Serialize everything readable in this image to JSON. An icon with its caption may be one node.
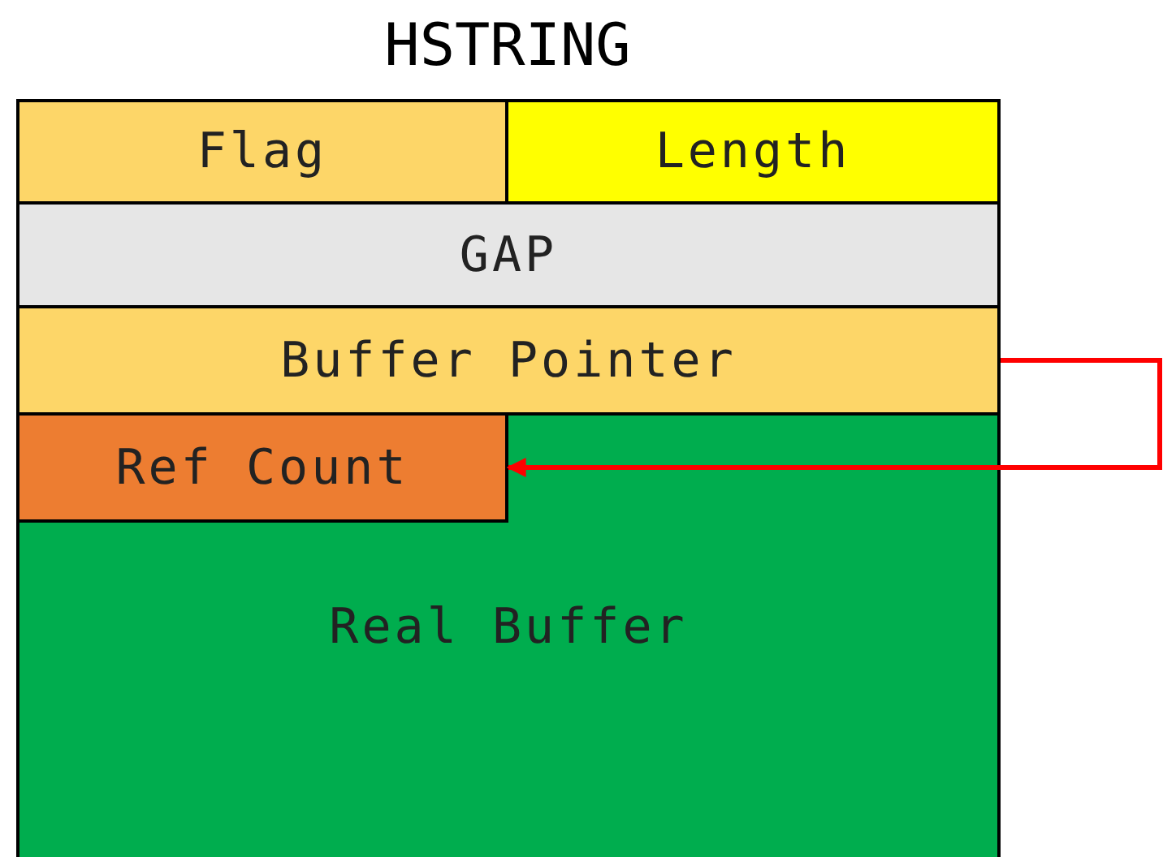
{
  "diagram": {
    "title": "HSTRING",
    "nodes": [
      {
        "text": [
          "Flag"
        ]
      },
      {
        "text": [
          "Length"
        ]
      },
      {
        "text": [
          "GAP"
        ]
      },
      {
        "text": [
          "Buffer Pointer"
        ]
      },
      {
        "text": [
          "Real Buffer"
        ]
      },
      {
        "text": [
          "Ref Count"
        ],
        "in": 4
      }
    ],
    "edges": [
      {
        "from": 3,
        "to": 5,
        "arrow": "to"
      }
    ]
  }
}
